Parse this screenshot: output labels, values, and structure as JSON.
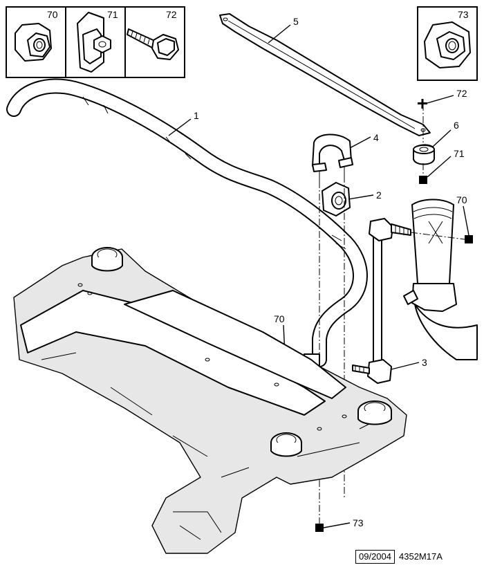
{
  "parts": {
    "inset_70": "70",
    "inset_71": "71",
    "inset_72": "72",
    "inset_73": "73",
    "p1": "1",
    "p2": "2",
    "p3": "3",
    "p4": "4",
    "p5": "5",
    "p6": "6",
    "p70_right": "70",
    "p70_left": "70",
    "p71": "71",
    "p72": "72",
    "p73": "73"
  },
  "footer": {
    "date": "09/2004",
    "drawing_code": "4352M17A"
  }
}
